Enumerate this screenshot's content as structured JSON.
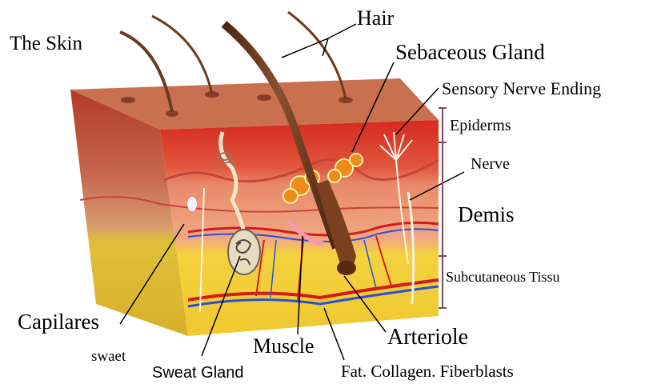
{
  "title": "The Skin",
  "labels": {
    "hair": "Hair",
    "sebaceous_gland": "Sebaceous Gland",
    "sensory_nerve_ending": "Sensory Nerve Ending",
    "epiderms": "Epiderms",
    "nerve": "Nerve",
    "demis": "Demis",
    "subcutaneous": "Subcutaneous Tissu",
    "capilares": "Capilares",
    "swaet": "swaet",
    "sweat_gland": "Sweat Gland",
    "muscle": "Muscle",
    "arteriole": "Arteriole",
    "fat": "Fat. Collagen. Fiberblasts"
  },
  "colors": {
    "epidermis": "#d9251d",
    "dermis": "#e8876a",
    "subcutaneous": "#f2d23a",
    "top_surface": "#c9704f",
    "hair": "#6b3a1f",
    "bracket": "#7a4a5a",
    "artery": "#d61a1a",
    "vein": "#2a4fd6"
  }
}
